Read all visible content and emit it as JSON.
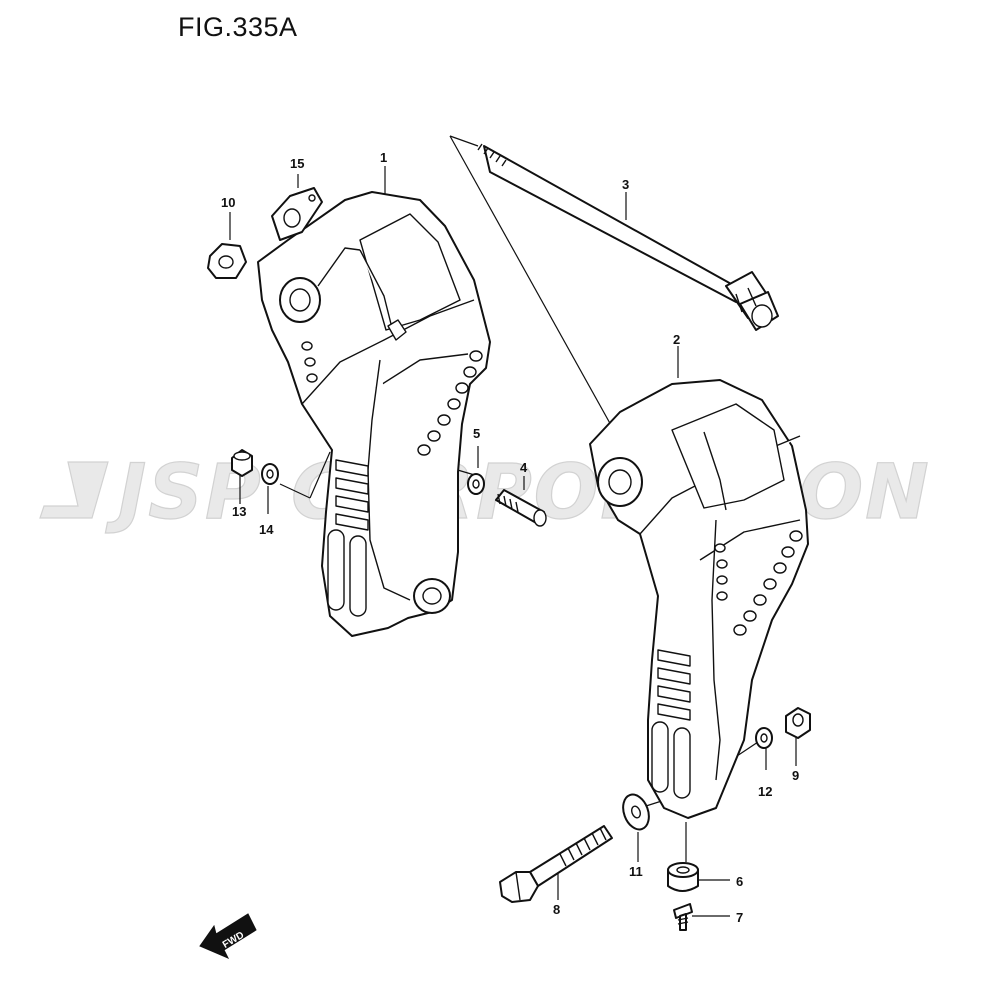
{
  "figure": {
    "title": "FIG.335A"
  },
  "watermark": {
    "text": "JSP CORPORATION",
    "color": "#d2d2d2"
  },
  "fwd_arrow": {
    "label": "FWD"
  },
  "callouts": [
    {
      "id": "1",
      "label": "1"
    },
    {
      "id": "2",
      "label": "2"
    },
    {
      "id": "3",
      "label": "3"
    },
    {
      "id": "4",
      "label": "4"
    },
    {
      "id": "5",
      "label": "5"
    },
    {
      "id": "6",
      "label": "6"
    },
    {
      "id": "7",
      "label": "7"
    },
    {
      "id": "8",
      "label": "8"
    },
    {
      "id": "9",
      "label": "9"
    },
    {
      "id": "10",
      "label": "10"
    },
    {
      "id": "11",
      "label": "11"
    },
    {
      "id": "12",
      "label": "12"
    },
    {
      "id": "13",
      "label": "13"
    },
    {
      "id": "14",
      "label": "14"
    },
    {
      "id": "15",
      "label": "15"
    }
  ]
}
